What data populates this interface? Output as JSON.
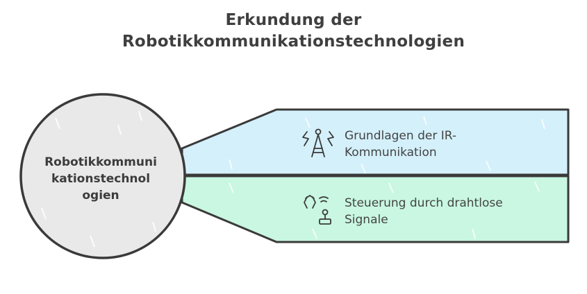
{
  "title": {
    "line1": "Erkundung der",
    "line2": "Robotikkommunikationstechnologien"
  },
  "center": {
    "line1": "Robotikkommuni",
    "line2": "kationstechnol",
    "line3": "ogien"
  },
  "branches": [
    {
      "line1": "Grundlagen der IR-",
      "line2": "Kommunikation",
      "icon": "antenna-tower-icon",
      "fill": "#d4f0fb"
    },
    {
      "line1": "Steuerung durch drahtlose",
      "line2": "Signale",
      "icon": "wireless-remote-control-icon",
      "fill": "#c9f7e1"
    }
  ],
  "colors": {
    "stroke": "#3a3a3a",
    "circle_fill": "#e9e9e9"
  }
}
